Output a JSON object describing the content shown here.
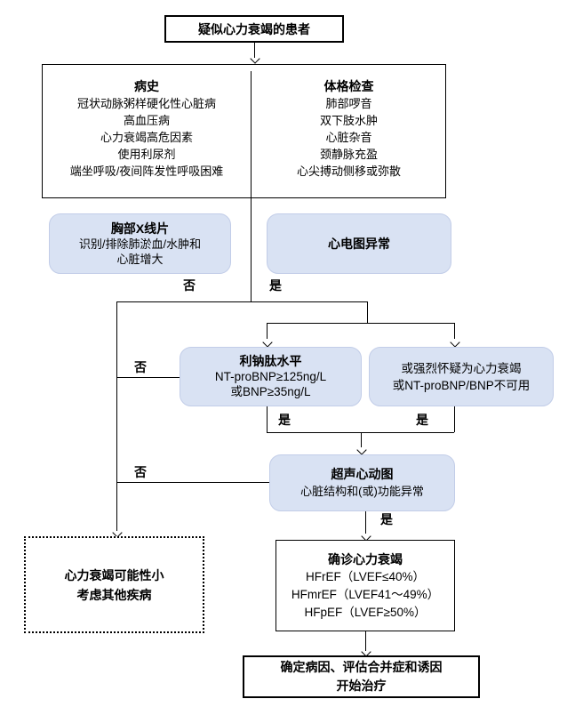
{
  "labels": {
    "yes": "是",
    "no": "否"
  },
  "nodes": {
    "start": {
      "title": "疑似心力衰竭的患者"
    },
    "assessment": {
      "history": {
        "header": "病史",
        "items": [
          "冠状动脉粥样硬化性心脏病",
          "高血压病",
          "心力衰竭高危因素",
          "使用利尿剂",
          "端坐呼吸/夜间阵发性呼吸困难"
        ]
      },
      "physical": {
        "header": "体格检查",
        "items": [
          "肺部啰音",
          "双下肢水肿",
          "心脏杂音",
          "颈静脉充盈",
          "心尖搏动侧移或弥散"
        ]
      }
    },
    "chest_xray": {
      "header": "胸部X线片",
      "lines": [
        "识别/排除肺淤血/水肿和",
        "心脏增大"
      ]
    },
    "ecg": {
      "title": "心电图异常"
    },
    "natriuretic_peptide": {
      "header": "利钠肽水平",
      "lines": [
        "NT-proBNP≥125ng/L",
        "或BNP≥35ng/L"
      ]
    },
    "strong_suspicion": {
      "lines": [
        "或强烈怀疑为心力衰竭",
        "或NT-proBNP/BNP不可用"
      ]
    },
    "echocardiogram": {
      "header": "超声心动图",
      "lines": [
        "心脏结构和(或)功能异常"
      ]
    },
    "hf_unlikely": {
      "lines": [
        "心力衰竭可能性小",
        "考虑其他疾病"
      ]
    },
    "hf_confirmed": {
      "header": "确诊心力衰竭",
      "lines": [
        "HFrEF（LVEF≤40%）",
        "HFmrEF（LVEF41～49%）",
        "HFpEF（LVEF≥50%）"
      ]
    },
    "treatment": {
      "lines": [
        "确定病因、评估合并症和诱因",
        "开始治疗"
      ]
    }
  },
  "colors": {
    "node_fill": "#d9e2f3",
    "node_border": "#c2cde8",
    "line": "#000000"
  }
}
